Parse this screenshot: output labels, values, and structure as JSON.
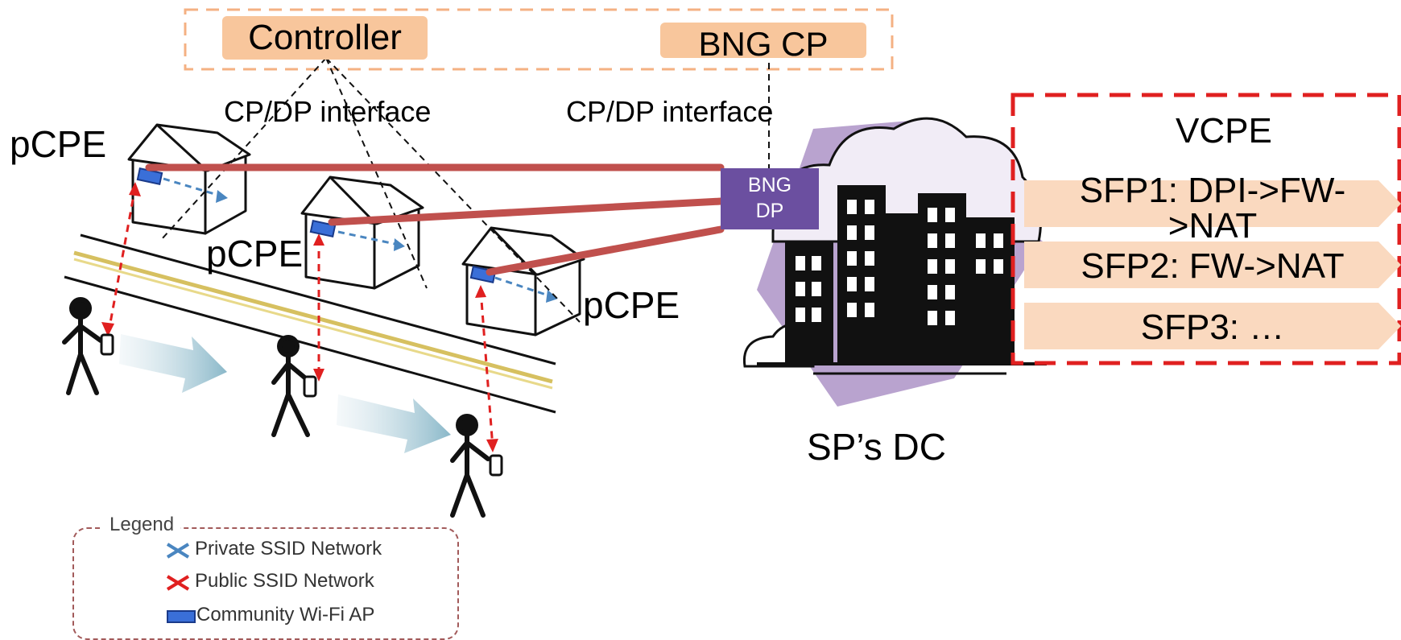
{
  "top_group": {
    "controller_label": "Controller",
    "bng_cp_label": "BNG CP"
  },
  "interfaces": {
    "left_label": "CP/DP interface",
    "right_label": "CP/DP interface"
  },
  "homes": [
    {
      "label": "pCPE"
    },
    {
      "label": "pCPE"
    },
    {
      "label": "pCPE"
    }
  ],
  "bng_dp": {
    "line1": "BNG",
    "line2": "DP"
  },
  "datacenter": {
    "label": "SP’s DC"
  },
  "vcpe": {
    "title": "VCPE",
    "sfps": [
      {
        "line1": "SFP1: DPI->FW-",
        "line2": ">NAT"
      },
      {
        "line1": "SFP2: FW->NAT"
      },
      {
        "line1": "SFP3: …"
      }
    ]
  },
  "legend": {
    "title": "Legend",
    "items": [
      {
        "label": "Private SSID Network",
        "icon": "blue-x-icon"
      },
      {
        "label": "Public SSID Network",
        "icon": "red-x-icon"
      },
      {
        "label": "Community Wi-Fi AP",
        "icon": "ap-rect-icon"
      }
    ]
  },
  "colors": {
    "controller_fill": "#f8c69c",
    "pipe": "#c0504d",
    "bng_dp_fill": "#6b4fa0",
    "vcpe_border": "#e02020",
    "private_ssid": "#4a86c0",
    "public_ssid": "#e02020"
  }
}
